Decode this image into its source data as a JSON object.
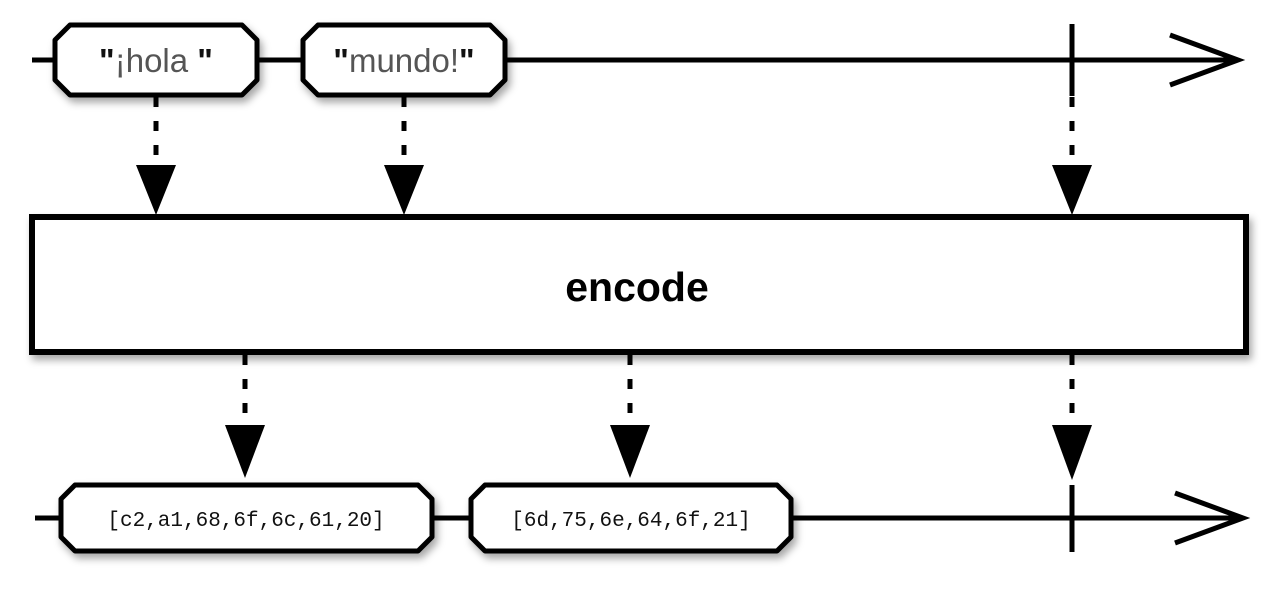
{
  "input_stream": {
    "items": [
      {
        "label": "\"¡hola \""
      },
      {
        "label": "\"mundo!\""
      }
    ]
  },
  "operator": {
    "label": "encode"
  },
  "output_stream": {
    "items": [
      {
        "label": "[c2,a1,68,6f,6c,61,20]"
      },
      {
        "label": "[6d,75,6e,64,6f,21]"
      }
    ]
  }
}
